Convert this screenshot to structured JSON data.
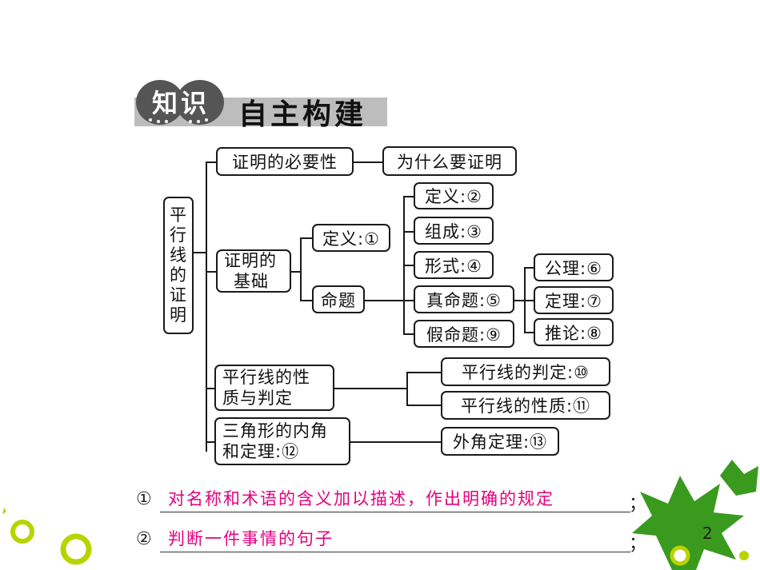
{
  "header": {
    "badge_text": "知识",
    "title": "自主构建"
  },
  "mindmap": {
    "root": [
      "平",
      "行",
      "线",
      "的",
      "证",
      "明"
    ],
    "necessity": "证明的必要性",
    "why": "为什么要证明",
    "basis": [
      "证明的",
      "基础"
    ],
    "definition": "定义:①",
    "proposition": "命题",
    "def2": "定义:②",
    "compose": "组成:③",
    "form": "形式:④",
    "true_prop": "真命题:⑤",
    "false_prop": "假命题:⑨",
    "axiom": "公理:⑥",
    "theorem": "定理:⑦",
    "corollary": "推论:⑧",
    "parallel": [
      "平行线的性",
      "质与判定"
    ],
    "judge": "平行线的判定:⑩",
    "property": "平行线的性质:⑪",
    "triangle": [
      "三角形的内角",
      "和定理:⑫"
    ],
    "exterior": "外角定理:⑬"
  },
  "answers": [
    {
      "num": "①",
      "text": "对名称和术语的含义加以描述，作出明确的规定",
      "end": "；"
    },
    {
      "num": "②",
      "text": "判断一件事情的句子",
      "end": "；"
    }
  ],
  "page_number": "2",
  "colors": {
    "accent_pink": "#e4007f",
    "leaf_green": "#3a9a1e",
    "lime": "#b8d400"
  }
}
